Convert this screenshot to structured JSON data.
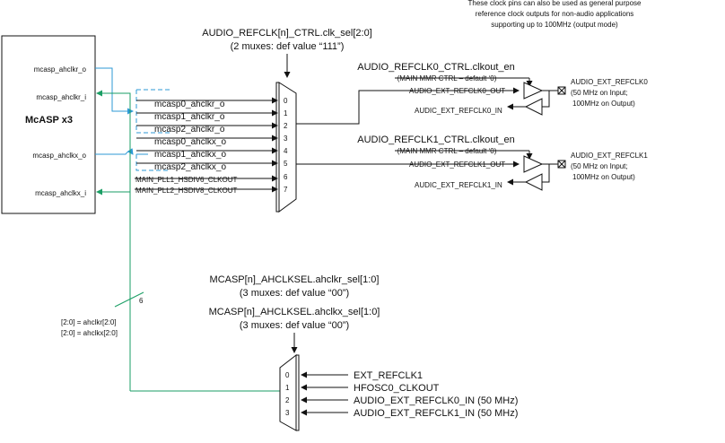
{
  "note": {
    "lines": [
      "These clock pins can also be used as general purpose",
      "reference clock outputs for non-audio applications",
      "supporting up to 100MHz (output mode)"
    ]
  },
  "mcasp": {
    "title": "McASP x3",
    "ports": [
      "mcasp_ahclkr_o",
      "mcasp_ahclkr_i",
      "mcasp_ahclkx_o",
      "mcasp_ahclkx_i"
    ]
  },
  "refclk_mux": {
    "ctrl_line1": "AUDIO_REFCLK[n]_CTRL.clk_sel[2:0]",
    "ctrl_line2": "(2 muxes: def value “111”)",
    "inputs": [
      "mcasp0_ahclkr_o",
      "mcasp1_ahclkr_o",
      "mcasp2_ahclkr_o",
      "mcasp0_ahclkx_o",
      "mcasp1_ahclkx_o",
      "mcasp2_ahclkx_o",
      "MAIN_PLL1_HSDIV6_CLKOUT",
      "MAIN_PLL2_HSDIV8_CLKOUT"
    ],
    "indices": [
      "0",
      "1",
      "2",
      "3",
      "4",
      "5",
      "6",
      "7"
    ]
  },
  "buffers": [
    {
      "enable": "AUDIO_REFCLK0_CTRL.clkout_en",
      "enable_note": "(MAIN MMR CTRL – default ‘0)",
      "out": "AUDIO_EXT_REFCLK0_OUT",
      "in": "AUDIC_EXT_REFCLK0_IN",
      "pin_name": "AUDIO_EXT_REFCLK0",
      "pin_desc1": "(50 MHz on Input;",
      "pin_desc2": "100MHz on Output)"
    },
    {
      "enable": "AUDIO_REFCLK1_CTRL.clkout_en",
      "enable_note": "(MAIN MMR CTRL – default ‘0)",
      "out": "AUDIO_EXT_REFCLK1_OUT",
      "in": "AUDIC_EXT_REFCLK1_IN",
      "pin_name": "AUDIO_EXT_REFCLK1",
      "pin_desc1": "(50 MHz on Input;",
      "pin_desc2": "100MHz on Output)"
    }
  ],
  "bus": {
    "width": "6",
    "map1": "[2:0] = ahclkr[2:0]",
    "map2": "[2:0] = ahclkx[2:0]"
  },
  "ahclk_mux": {
    "ctrl1_line1": "MCASP[n]_AHCLKSEL.ahclkr_sel[1:0]",
    "ctrl1_line2": "(3 muxes: def value “00”)",
    "ctrl2_line1": "MCASP[n]_AHCLKSEL.ahclkx_sel[1:0]",
    "ctrl2_line2": "(3 muxes: def value “00”)",
    "inputs": [
      "EXT_REFCLK1",
      "HFOSC0_CLKOUT",
      "AUDIO_EXT_REFCLK0_IN (50 MHz)",
      "AUDIO_EXT_REFCLK1_IN (50 MHz)"
    ],
    "indices": [
      "0",
      "1",
      "2",
      "3"
    ]
  },
  "colors": {
    "blue": "#2e9ad6",
    "green": "#1a9e64",
    "line": "#111111"
  }
}
